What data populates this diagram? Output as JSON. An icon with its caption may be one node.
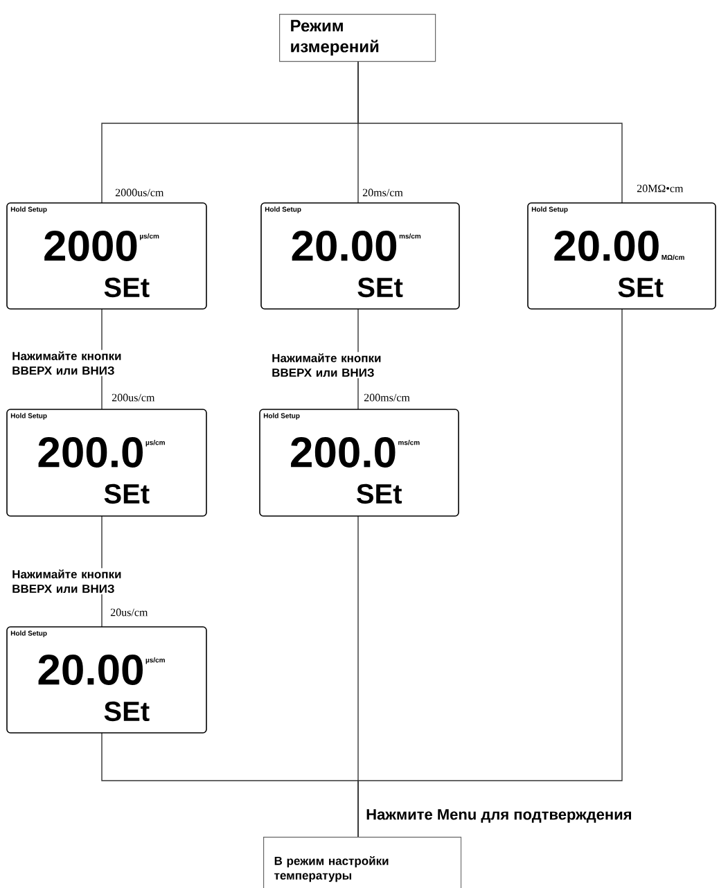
{
  "diagram": {
    "nodes": [
      {
        "text": [
          "Режим измерений"
        ]
      },
      {
        "text": [
          "Hold Setup",
          "2000",
          "µs/cm",
          "SEt"
        ],
        "beside": [
          "2000us/cm"
        ]
      },
      {
        "text": [
          "Hold Setup",
          "20.00",
          "ms/cm",
          "SEt"
        ],
        "beside": [
          "20ms/cm"
        ]
      },
      {
        "text": [
          "Hold Setup",
          "20.00",
          "MΩ/cm",
          "SEt"
        ],
        "beside": [
          "20MΩ•cm"
        ]
      },
      {
        "text": [
          "Hold Setup",
          "200.0",
          "µs/cm",
          "SEt"
        ],
        "beside": [
          "200us/cm"
        ]
      },
      {
        "text": [
          "Hold Setup",
          "200.0",
          "ms/cm",
          "SEt"
        ],
        "beside": [
          "200ms/cm"
        ]
      },
      {
        "text": [
          "Hold Setup",
          "20.00",
          "µs/cm",
          "SEt"
        ],
        "beside": [
          "20us/cm"
        ]
      },
      {
        "text": [
          "В режим настройки температуры"
        ]
      }
    ],
    "edges": [
      {
        "from": 0,
        "to": 1,
        "arrow": "none"
      },
      {
        "from": 0,
        "to": 2,
        "arrow": "none"
      },
      {
        "from": 0,
        "to": 3,
        "arrow": "none"
      },
      {
        "from": 1,
        "to": 4,
        "arrow": "none",
        "label": "Нажимайте кнопки ВВЕРХ или ВНИЗ"
      },
      {
        "from": 2,
        "to": 5,
        "arrow": "none",
        "label": "Нажимайте кнопки ВВЕРХ или ВНИЗ"
      },
      {
        "from": 4,
        "to": 6,
        "arrow": "none",
        "label": "Нажимайте кнопки ВВЕРХ или ВНИЗ"
      },
      {
        "from": 6,
        "to": 7,
        "arrow": "none"
      },
      {
        "from": 5,
        "to": 7,
        "arrow": "none"
      },
      {
        "from": 3,
        "to": 7,
        "arrow": "none"
      }
    ],
    "labels": [
      "Нажмите Menu для подтверждения"
    ]
  }
}
